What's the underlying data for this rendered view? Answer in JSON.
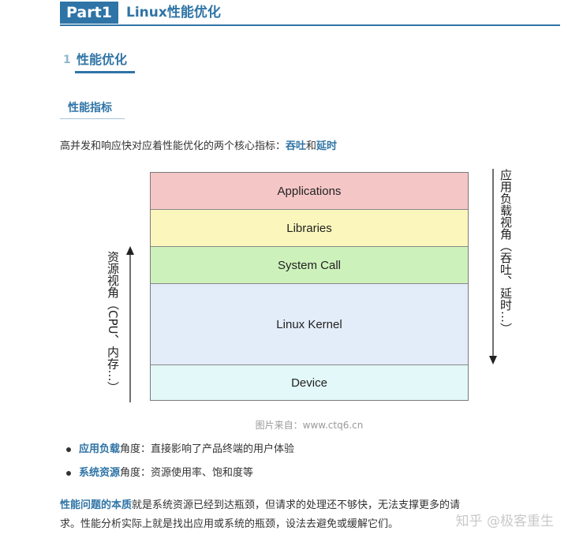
{
  "header": {
    "part_label": "Part1",
    "title": "Linux性能优化"
  },
  "section": {
    "number": "1",
    "title": "性能优化"
  },
  "subsection": {
    "title": "性能指标"
  },
  "intro": {
    "text": "高并发和响应快对应着性能优化的两个核心指标：",
    "kw1": "吞吐",
    "and": "和",
    "kw2": "延时"
  },
  "diagram": {
    "layers": [
      "Applications",
      "Libraries",
      "System Call",
      "Linux Kernel",
      "Device"
    ],
    "left_label": "资源视角（CPU、内存…）",
    "right_label": "应用负载视角（吞吐、延时…）",
    "caption": "图片来自：www.ctq6.cn",
    "colors": {
      "applications": "#f5c6c6",
      "libraries": "#fbf6bb",
      "system_call": "#cdf1bb",
      "kernel": "#e3ecf9",
      "device": "#e3f8f8"
    }
  },
  "bullets": [
    {
      "keyword": "应用负载",
      "text": "角度：直接影响了产品终端的用户体验"
    },
    {
      "keyword": "系统资源",
      "text": "角度：资源使用率、饱和度等"
    }
  ],
  "paragraph": {
    "keyword": "性能问题的本质",
    "line1": "就是系统资源已经到达瓶颈，但请求的处理还不够快，无法支撑更多的请",
    "line2": "求。性能分析实际上就是找出应用或系统的瓶颈，设法去避免或缓解它们。"
  },
  "watermark": "知乎 @极客重生",
  "accent_color": "#2f74a6"
}
